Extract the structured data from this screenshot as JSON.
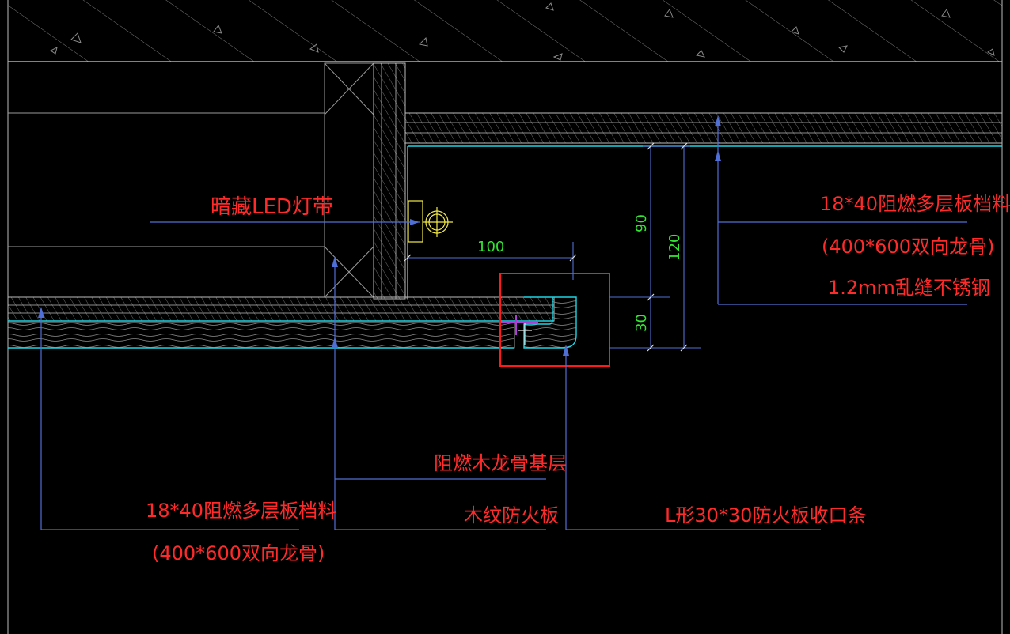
{
  "colors": {
    "background": "#000000",
    "annotation_text": "#ff2a2a",
    "dimension_text": "#33e633",
    "leader_line": "#4f6fd6",
    "board_outline": "#1fd6e6",
    "detail_frame": "#ff1a1a",
    "fixture": "#f2e94a"
  },
  "labels": {
    "hidden_led": "暗藏LED灯带",
    "right_line1": "18*40阻燃多层板档料",
    "right_line2": "(400*600双向龙骨)",
    "right_line3": "1.2mm乱缝不锈钢",
    "left_line1": "18*40阻燃多层板档料",
    "left_line2": "(400*600双向龙骨)",
    "mid_line1": "阻燃木龙骨基层",
    "mid_line2": "木纹防火板",
    "trim": "L形30*30防火板收口条"
  },
  "dimensions": {
    "width_100": "100",
    "height_90": "90",
    "height_120": "120",
    "height_30": "30"
  }
}
